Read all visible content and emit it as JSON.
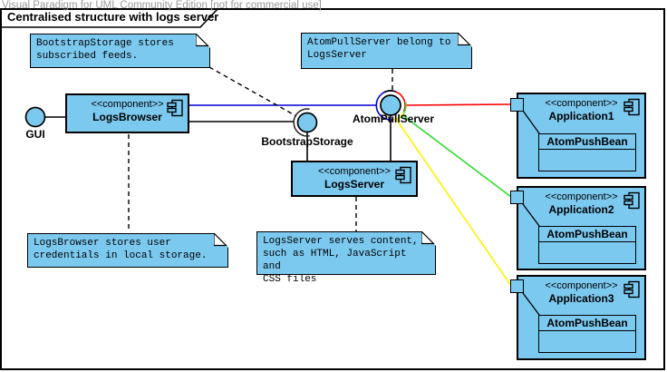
{
  "watermark": "Visual Paradigm for UML Community Edition [not for commercial use]",
  "frame": {
    "title": "Centralised structure with logs server"
  },
  "notes": [
    {
      "text": "BootstrapStorage stores\nsubscribed feeds."
    },
    {
      "text": "AtomPullServer belong to\nLogsServer"
    },
    {
      "text": "LogsBrowser stores user\ncredentials in local storage."
    },
    {
      "text": "LogsServer serves content,\nsuch as HTML, JavaScript and\nCSS files"
    }
  ],
  "components": {
    "logs_browser": {
      "stereotype": "<<component>>",
      "name": "LogsBrowser"
    },
    "logs_server": {
      "stereotype": "<<component>>",
      "name": "LogsServer"
    },
    "applications": [
      {
        "stereotype": "<<component>>",
        "name": "Application1",
        "bean": "AtomPushBean"
      },
      {
        "stereotype": "<<component>>",
        "name": "Application2",
        "bean": "AtomPushBean"
      },
      {
        "stereotype": "<<component>>",
        "name": "Application3",
        "bean": "AtomPushBean"
      }
    ]
  },
  "interfaces": {
    "gui": {
      "label": "GUI"
    },
    "bootstrap_storage": {
      "label": "BootstrapStorage"
    },
    "atom_pull_server": {
      "label": "AtomPullServer"
    }
  },
  "colors": {
    "shape_fill": "#7CC9F0",
    "link_blue": "#0000D2",
    "link_red": "#FF0000",
    "link_green": "#2EDD2E",
    "link_yellow": "#FFF000",
    "watermark_gray": "#9A9A9A"
  }
}
